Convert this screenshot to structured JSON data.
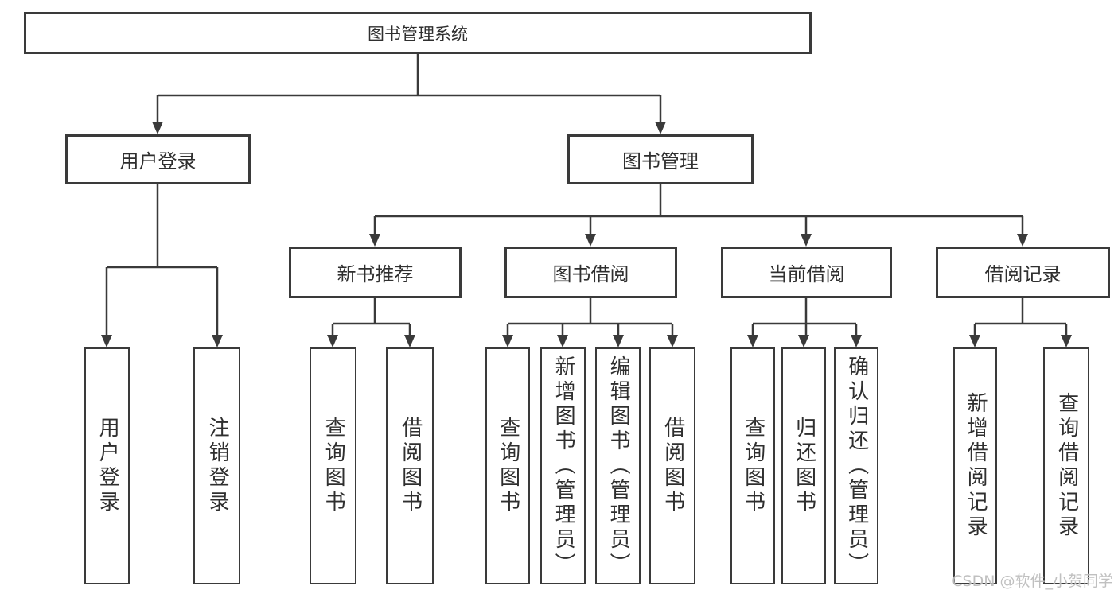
{
  "diagram": {
    "title": "图书管理系统",
    "branches": [
      {
        "label": "用户登录",
        "leaves": [
          "用户登录",
          "注销登录"
        ]
      },
      {
        "label": "图书管理",
        "groups": [
          {
            "label": "新书推荐",
            "leaves": [
              "查询图书",
              "借阅图书"
            ]
          },
          {
            "label": "图书借阅",
            "leaves": [
              "查询图书",
              "新增图书（管理员）",
              "编辑图书（管理员）",
              "借阅图书"
            ]
          },
          {
            "label": "当前借阅",
            "leaves": [
              "查询图书",
              "归还图书",
              "确认归还（管理员）"
            ]
          },
          {
            "label": "借阅记录",
            "leaves": [
              "新增借阅记录",
              "查询借阅记录"
            ]
          }
        ]
      }
    ]
  },
  "watermark": {
    "text": "CSDN @软件_小贺同学"
  },
  "colors": {
    "line": "#3a3a3a",
    "box_border": "#3a3a3a",
    "text": "#2f2f2f",
    "watermark": "#bdbdbd",
    "background": "#ffffff"
  }
}
